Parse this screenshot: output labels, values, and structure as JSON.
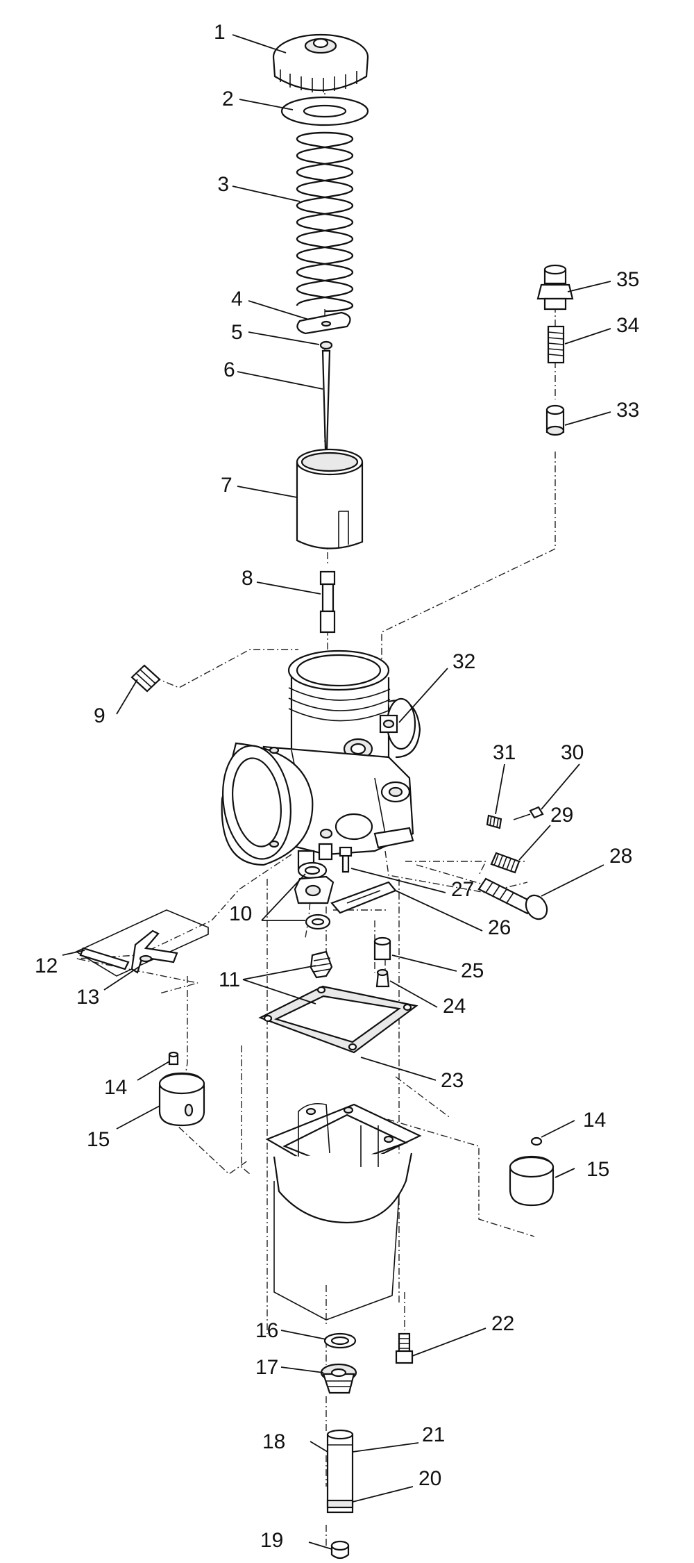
{
  "callouts": [
    "1",
    "2",
    "3",
    "4",
    "5",
    "6",
    "7",
    "8",
    "9",
    "10",
    "11",
    "12",
    "13",
    "14",
    "15",
    "16",
    "17",
    "18",
    "19",
    "20",
    "21",
    "22",
    "23",
    "24",
    "25",
    "26",
    "27",
    "28",
    "29",
    "30",
    "31",
    "32",
    "33",
    "34",
    "35"
  ],
  "callouts_repeat": {
    "14b": "14",
    "15b": "15"
  }
}
